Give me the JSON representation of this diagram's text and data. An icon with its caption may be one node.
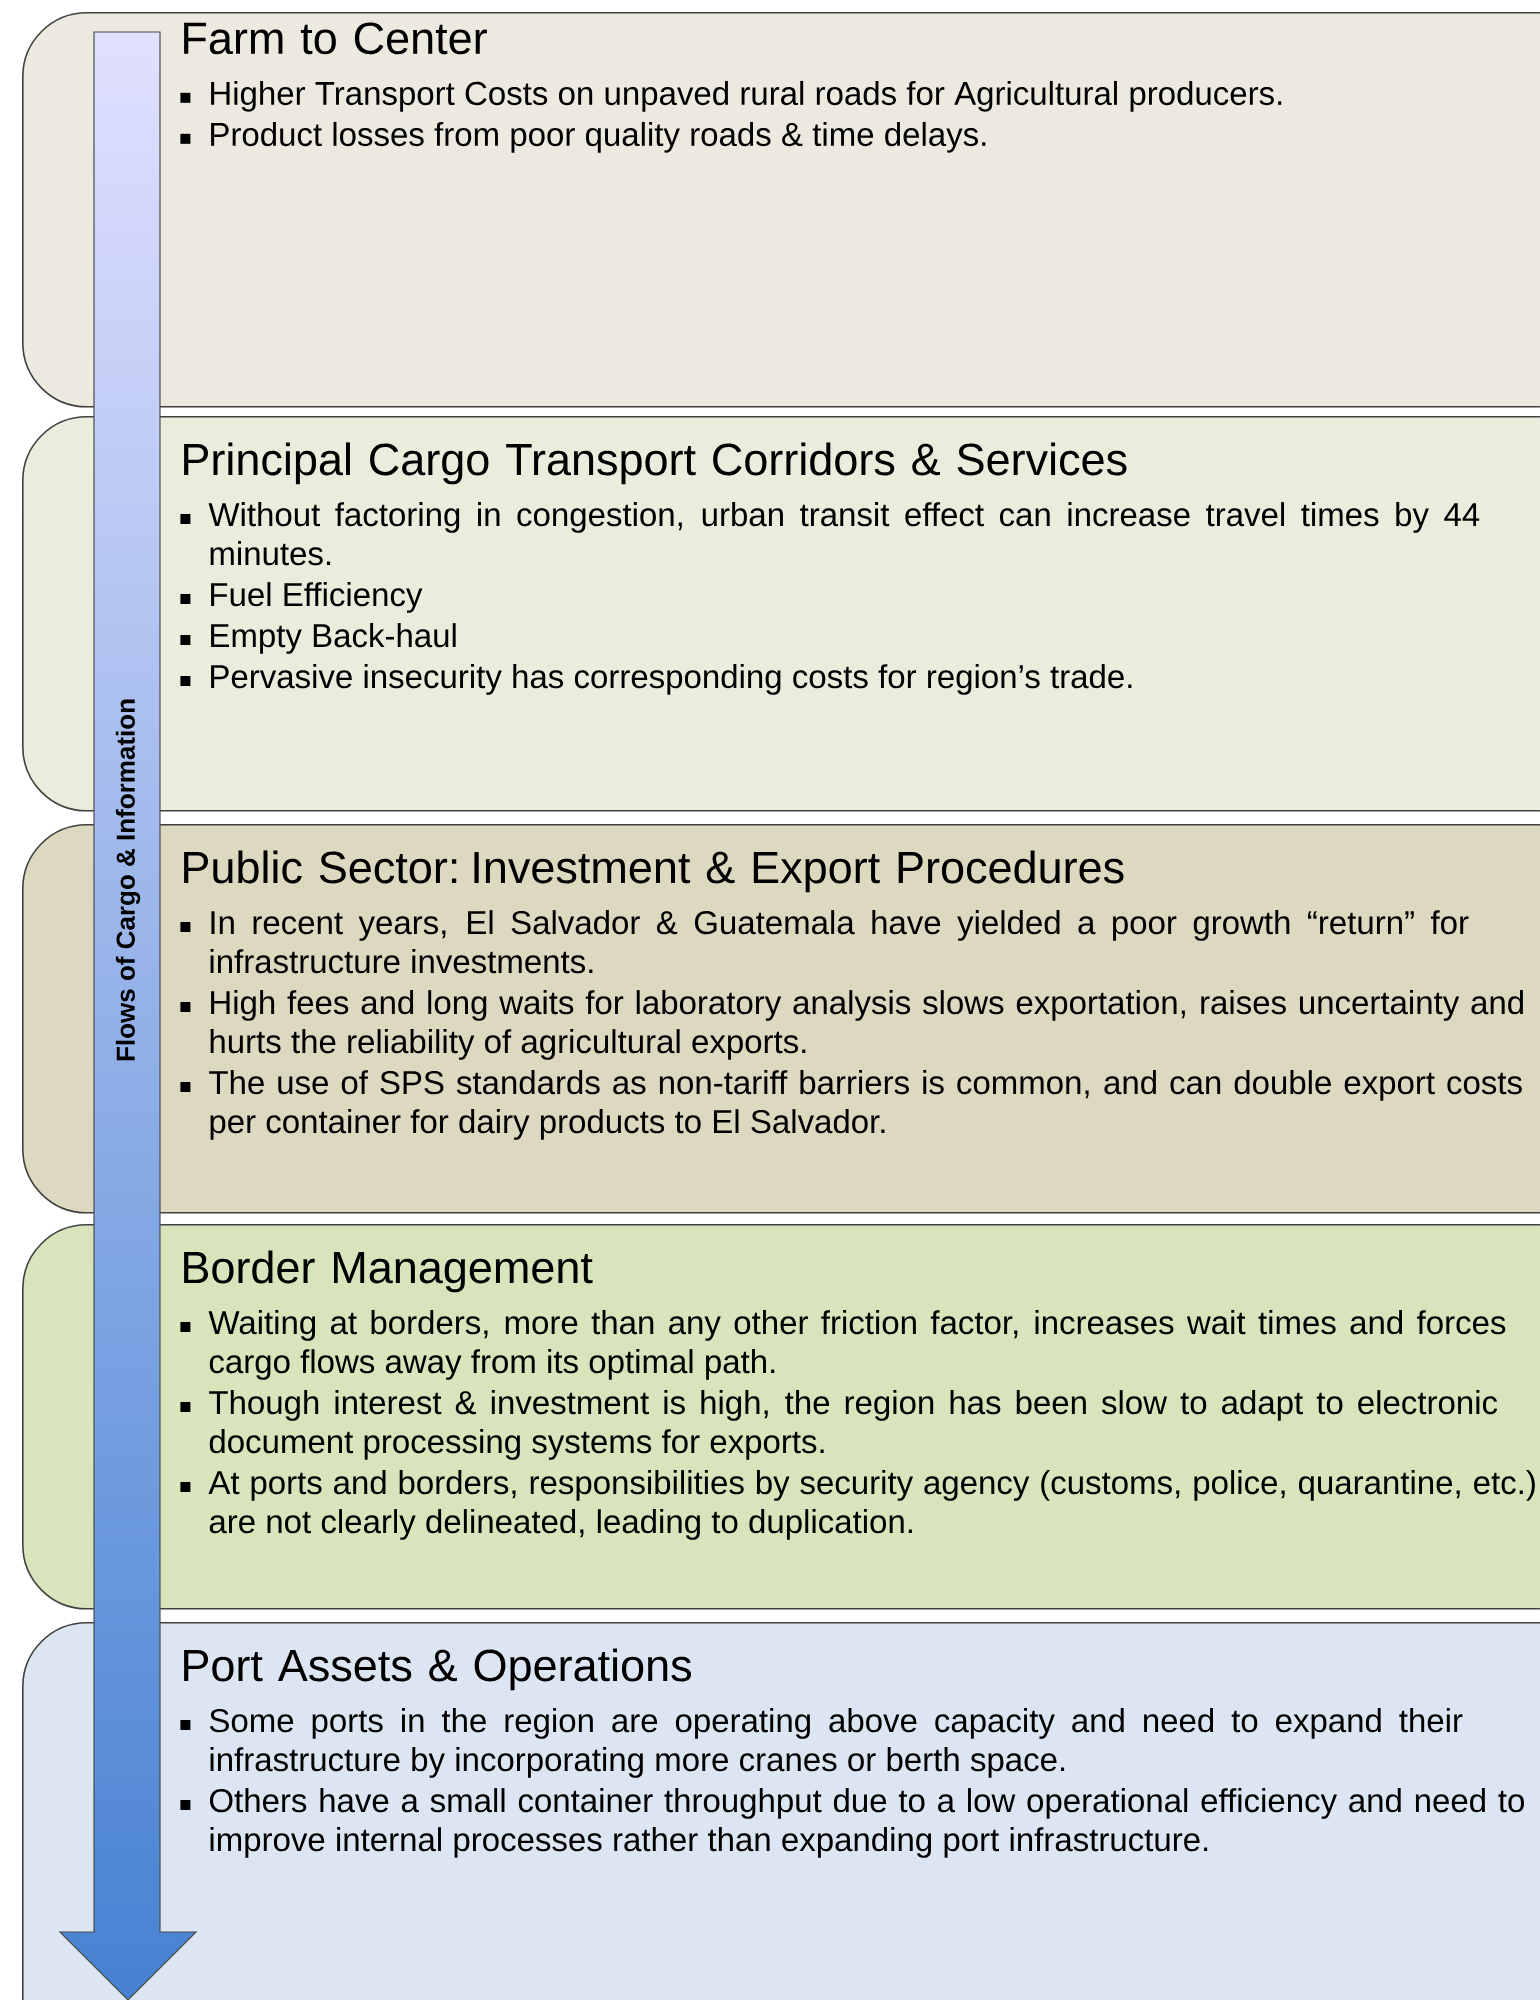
{
  "diagram": {
    "nodes": [
      {
        "text": [
          "Farm to Center",
          "Higher Transport Costs on unpaved rural roads for Agricultural producers.",
          "Product losses from poor quality roads & time delays."
        ]
      },
      {
        "text": [
          "Principal Cargo Transport Corridors & Services",
          "Without factoring in congestion, urban transit effect can increase travel times by 44 minutes.",
          "Fuel Efficiency",
          "Empty Back-haul",
          "Pervasive insecurity has corresponding costs for region’s trade."
        ]
      },
      {
        "text": [
          "Public Sector: Investment & Export Procedures",
          "In recent years, El Salvador & Guatemala have yielded a poor growth “return” for infrastructure investments.",
          "High fees and long waits for laboratory analysis slows exportation, raises uncertainty and hurts the reliability of agricultural exports.",
          "The use of SPS standards as non-tariff barriers is common, and can double export costs per container for dairy products to El Salvador."
        ]
      },
      {
        "text": [
          "Border Management",
          "Waiting at borders, more than any other friction factor, increases wait times and forces cargo flows away from its optimal path.",
          "Though interest & investment is high, the region has been slow to adapt to electronic document processing systems for exports.",
          "At ports and borders, responsibilities by security agency (customs, police, quarantine, etc.) are not clearly delineated, leading to duplication."
        ]
      },
      {
        "text": [
          "Port Assets & Operations",
          "Some ports in the region are operating above capacity and need to expand their infrastructure by incorporating more cranes or berth space.",
          "Others have a small container throughput due to a low operational efficiency and need to improve internal processes rather than expanding port infrastructure."
        ]
      },
      {
        "text": [
          "Flows of Cargo & Information"
        ]
      }
    ]
  }
}
